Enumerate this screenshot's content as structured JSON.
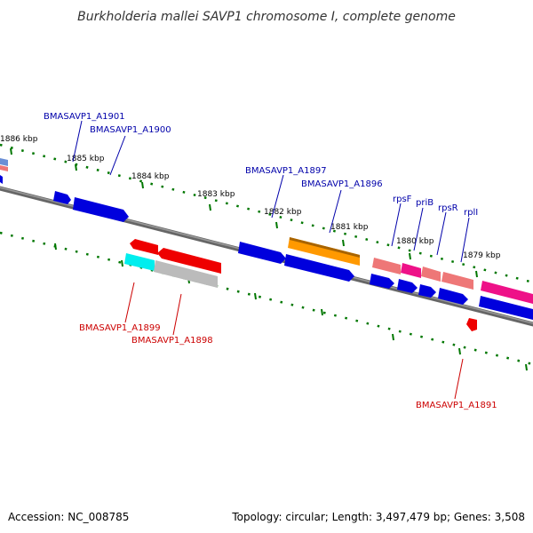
{
  "title": "Burkholderia mallei SAVP1 chromosome I, complete genome",
  "accession": "Accession: NC_008785",
  "summary": "Topology: circular; Length: 3,497,479 bp; Genes: 3,508",
  "ticks": [
    {
      "label": "1886 kbp"
    },
    {
      "label": "1885 kbp"
    },
    {
      "label": "1884 kbp"
    },
    {
      "label": "1883 kbp"
    },
    {
      "label": "1882 kbp"
    },
    {
      "label": "1881 kbp"
    },
    {
      "label": "1880 kbp"
    },
    {
      "label": "1879 kbp"
    }
  ],
  "labels": [
    {
      "text": "BMASAVP1_A1901",
      "strand": "forward"
    },
    {
      "text": "BMASAVP1_A1900",
      "strand": "forward"
    },
    {
      "text": "BMASAVP1_A1897",
      "strand": "forward"
    },
    {
      "text": "BMASAVP1_A1896",
      "strand": "forward"
    },
    {
      "text": "rpsF",
      "strand": "forward"
    },
    {
      "text": "priB",
      "strand": "forward"
    },
    {
      "text": "rpsR",
      "strand": "forward"
    },
    {
      "text": "rplI",
      "strand": "forward"
    },
    {
      "text": "BMASAVP1_A1899",
      "strand": "reverse"
    },
    {
      "text": "BMASAVP1_A1898",
      "strand": "reverse"
    },
    {
      "text": "BMASAVP1_A1891",
      "strand": "reverse"
    }
  ],
  "colors": {
    "backbone": "#808080",
    "tick": "#007700",
    "forward_label": "#0000aa",
    "reverse_label": "#cc0000",
    "cds_blue": "#0000dd",
    "cds_red": "#ee0000",
    "cds_orange": "#ff9900",
    "cds_pink": "#ee7777",
    "cds_magenta": "#ee1188",
    "cds_cyan": "#00eeee",
    "cds_gray": "#bbbbbb"
  }
}
